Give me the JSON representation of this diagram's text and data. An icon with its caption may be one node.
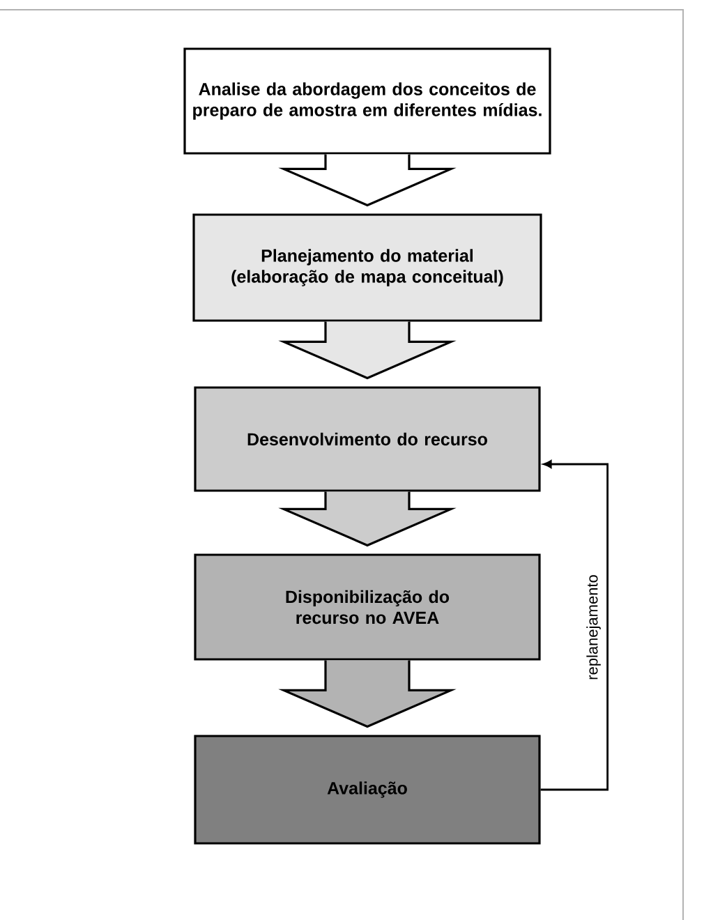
{
  "diagram": {
    "nodes": [
      {
        "text": [
          "Analise da abordagem dos conceitos de preparo de amostra em diferentes mídias."
        ]
      },
      {
        "text": [
          "Planejamento do material (elaboração de mapa conceitual)"
        ]
      },
      {
        "text": [
          "Desenvolvimento do recurso"
        ]
      },
      {
        "text": [
          "Disponibilização do recurso no AVEA"
        ]
      },
      {
        "text": [
          "Avaliação"
        ]
      }
    ],
    "edges": [
      {
        "from": 0,
        "to": 1,
        "arrow": "to",
        "style": "thick"
      },
      {
        "from": 1,
        "to": 2,
        "arrow": "to",
        "style": "thick"
      },
      {
        "from": 2,
        "to": 3,
        "arrow": "to",
        "style": "thick"
      },
      {
        "from": 3,
        "to": 4,
        "arrow": "to",
        "style": "thick"
      },
      {
        "from": 4,
        "to": 2,
        "arrow": "to",
        "label": "replanejamento"
      }
    ]
  }
}
